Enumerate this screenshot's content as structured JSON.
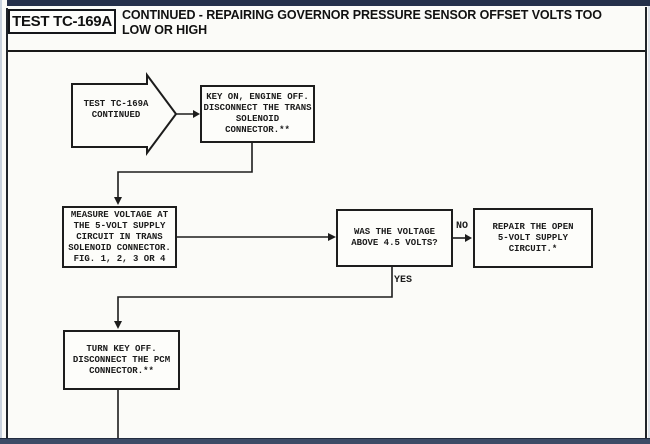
{
  "header": {
    "test_id_label": "TEST TC-169A",
    "title": "CONTINUED - REPAIRING GOVERNOR PRESSURE SENSOR OFFSET VOLTS TOO\nLOW OR HIGH"
  },
  "flowchart": {
    "start_arrow": {
      "label": "TEST TC-169A\nCONTINUED"
    },
    "step_key_on": {
      "label": "KEY ON, ENGINE OFF.\nDISCONNECT THE TRANS\nSOLENOID\nCONNECTOR.**"
    },
    "step_measure": {
      "label": "MEASURE VOLTAGE AT\nTHE 5-VOLT SUPPLY\nCIRCUIT IN TRANS\nSOLENOID CONNECTOR.\nFIG. 1, 2, 3 OR 4"
    },
    "decision_voltage": {
      "label": "WAS THE VOLTAGE\nABOVE 4.5 VOLTS?",
      "no_label": "NO",
      "yes_label": "YES"
    },
    "step_repair": {
      "label": "REPAIR THE OPEN\n5-VOLT SUPPLY\nCIRCUIT.*"
    },
    "step_turn_key_off": {
      "label": "TURN KEY OFF.\nDISCONNECT THE PCM\nCONNECTOR.**"
    }
  },
  "colors": {
    "top_bar": "#25304a",
    "bottom_bar": "#3d4b66",
    "line": "#1c1c1c",
    "paper": "#fbfbf8",
    "text": "#1b1b1b"
  }
}
